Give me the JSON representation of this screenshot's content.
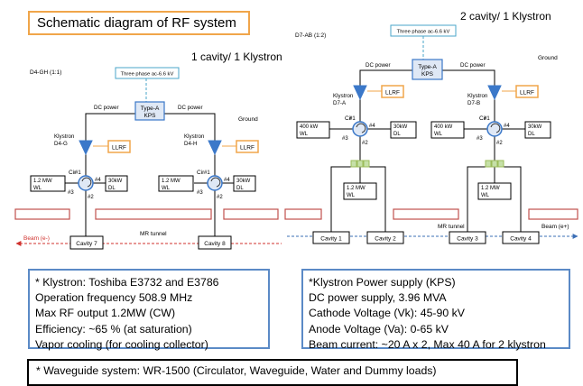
{
  "title": "Schematic diagram of RF system",
  "left": {
    "heading": "1 cavity/ 1 Klystron",
    "section_label": "D4-GH (1:1)",
    "ac_label": "Three phase ac-6.6 kV",
    "kps_line1": "Type-A",
    "kps_line2": "KPS",
    "dc_power": "DC power",
    "ground": "Ground",
    "klystron_a": [
      "Klystron",
      "D4-G"
    ],
    "klystron_b": [
      "Klystron",
      "D4-H"
    ],
    "llrf": "LLRF",
    "circulator": "Cir",
    "wl_box": [
      "1.2 MW",
      "WL"
    ],
    "dl_box": [
      "30kW",
      "DL"
    ],
    "cavity_a": "Cavity 7",
    "cavity_b": "Cavity 8",
    "tunnel": "MR tunnel",
    "beam": "Beam (e-)"
  },
  "right": {
    "heading": "2 cavity/ 1 Klystron",
    "section_label": "D7-AB (1:2)",
    "ac_label": "Three phase ac-6.6 kV",
    "kps_line1": "Type-A",
    "kps_line2": "KPS",
    "dc_power": "DC power",
    "ground": "Ground",
    "klystron_a": [
      "Klystron",
      "D7-A"
    ],
    "klystron_b": [
      "Klystron",
      "D7-B"
    ],
    "llrf": "LLRF",
    "circulator": "Cir",
    "wl_box": [
      "400 kW",
      "WL"
    ],
    "dl_box": [
      "30kW",
      "DL"
    ],
    "wl_small": [
      "1.2 MW",
      "WL"
    ],
    "cavities": [
      "Cavity 1",
      "Cavity 2",
      "Cavity 3",
      "Cavity 4"
    ],
    "tunnel": "MR tunnel",
    "beam": "Beam (e+)"
  },
  "ports": [
    "#1",
    "#2",
    "#3",
    "#4"
  ],
  "klystron_info": [
    "* Klystron:   Toshiba E3732 and E3786",
    "Operation frequency 508.9 MHz",
    "Max RF output 1.2MW (CW)",
    "Efficiency: ~65 % (at saturation)",
    "Vapor cooling (for cooling collector)"
  ],
  "kps_info": [
    "*Klystron Power supply (KPS)",
    "DC power supply, 3.96 MVA",
    "Cathode Voltage (Vk): 45-90 kV",
    "Anode Voltage (Va): 0-65 kV",
    "Beam current: ~20 A x 2, Max 40 A for 2 klystron"
  ],
  "waveguide_info": "* Waveguide system: WR-1500 (Circulator, Waveguide, Water and Dummy loads)",
  "colors": {
    "orange": "#f0a54a",
    "blue": "#5b8ac6",
    "klystron": "#3b78c9",
    "tunnel_red": "#c0504d",
    "green": "#9bbb59"
  }
}
